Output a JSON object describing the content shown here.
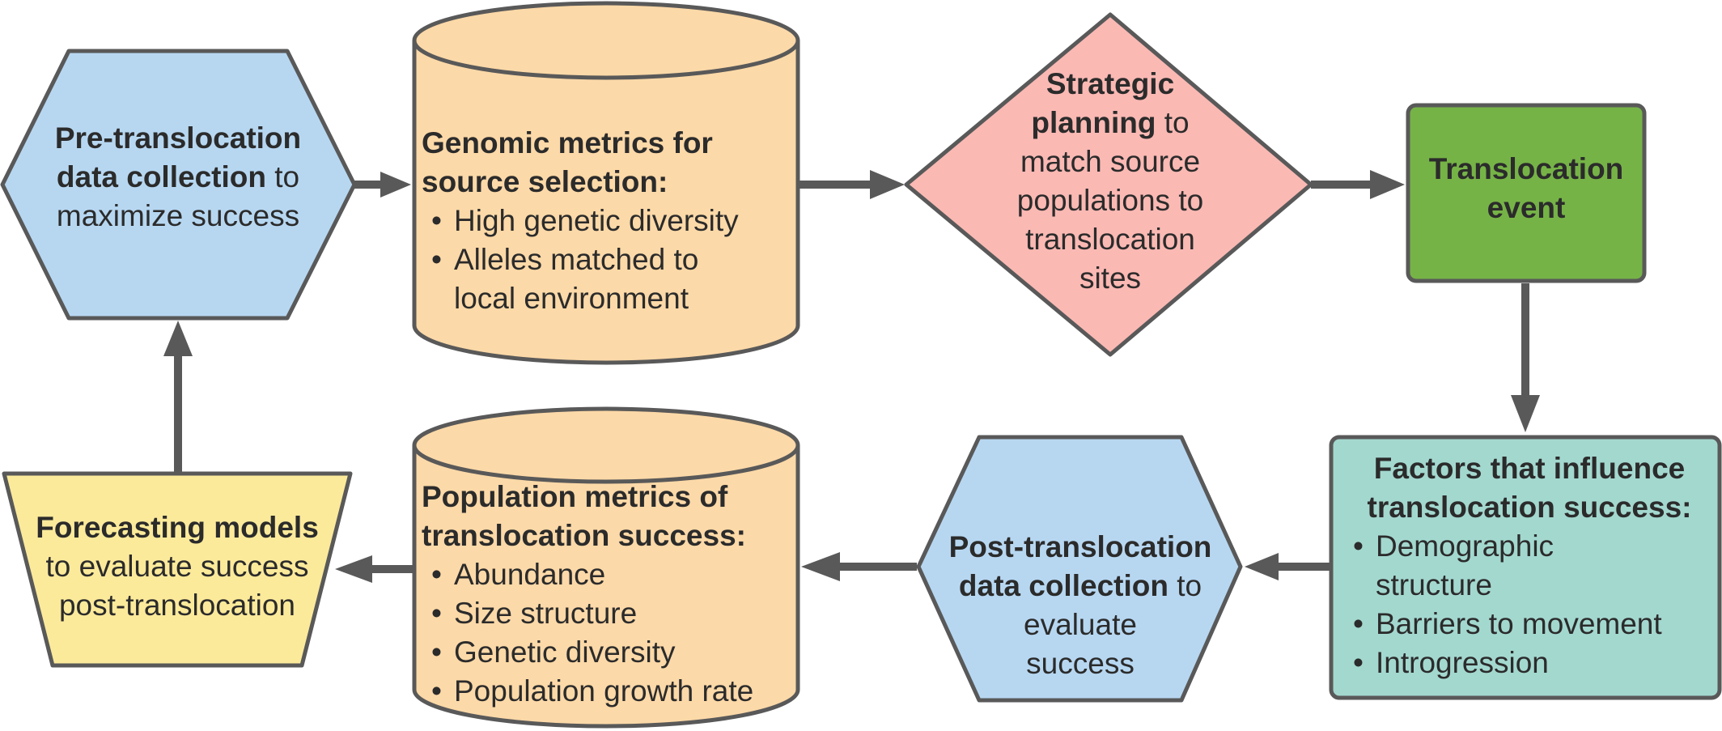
{
  "colors": {
    "hexagon_blue": "#b7d7f1",
    "cylinder_orange": "#fcd9a8",
    "diamond_pink": "#fbb9b4",
    "rect_green": "#76b347",
    "rect_teal": "#a3d8cf",
    "trapezoid_yellow": "#fcea9b",
    "outline_gray": "#595959"
  },
  "nodes": {
    "pre_translocation": {
      "bold1": "Pre-translocation",
      "bold2": "data collection",
      "rest2": " to",
      "line3": "maximize success"
    },
    "genomic_metrics": {
      "heading1": "Genomic metrics for",
      "heading2": "source selection:",
      "items": [
        "High genetic diversity",
        "Alleles matched to local environment"
      ]
    },
    "strategic_planning": {
      "bold1": "Strategic",
      "bold2": "planning",
      "rest2": " to",
      "line3": "match source",
      "line4": "populations to",
      "line5": "translocation",
      "line6": "sites"
    },
    "translocation_event": {
      "line1": "Translocation",
      "line2": "event"
    },
    "factors": {
      "heading1": "Factors that influence",
      "heading2": "translocation success:",
      "items": [
        "Demographic structure",
        "Barriers to movement",
        "Introgression"
      ]
    },
    "post_translocation": {
      "bold1": "Post-translocation",
      "bold2": "data collection",
      "rest2": " to",
      "line3": "evaluate",
      "line4": "success"
    },
    "population_metrics": {
      "heading1": "Population metrics of",
      "heading2": "translocation success:",
      "items": [
        "Abundance",
        "Size structure",
        "Genetic diversity",
        "Population growth rate"
      ]
    },
    "forecasting": {
      "bold1": "Forecasting models",
      "line2": "to evaluate success",
      "line3": "post-translocation"
    }
  }
}
